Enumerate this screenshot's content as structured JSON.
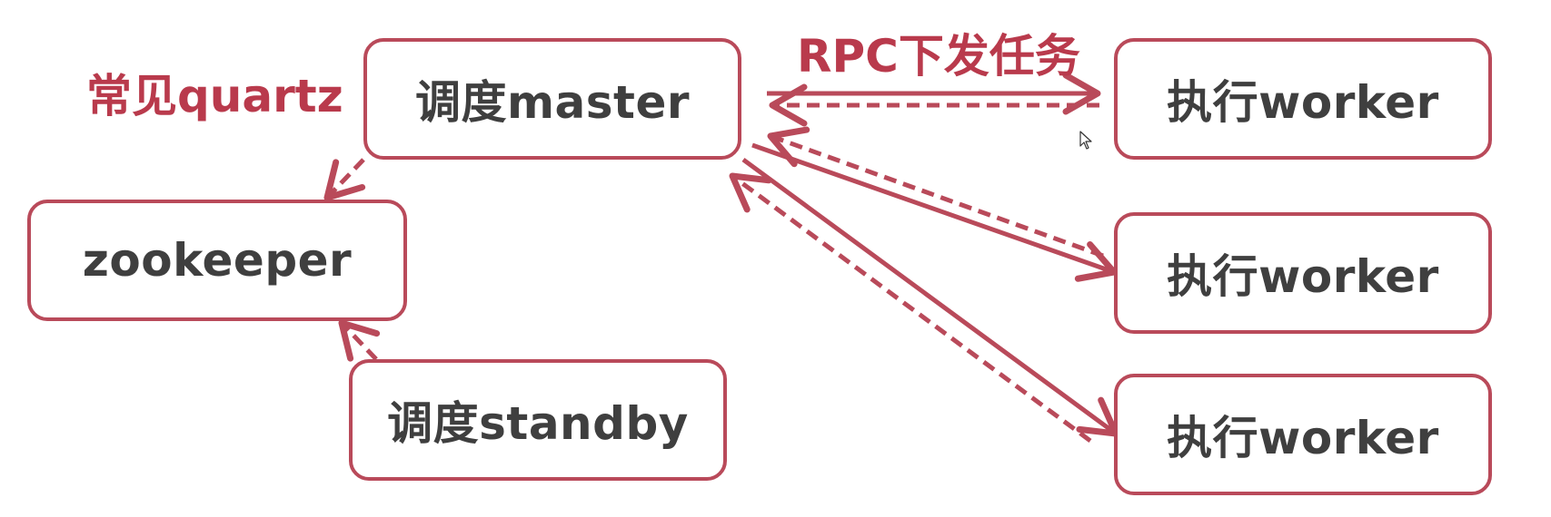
{
  "labels": {
    "title": "常见quartz",
    "rpc": "RPC下发任务"
  },
  "nodes": {
    "master": "调度master",
    "zookeeper": "zookeeper",
    "standby": "调度standby",
    "worker1": "执行worker",
    "worker2": "执行worker",
    "worker3": "执行worker"
  },
  "colors": {
    "accent": "#b94a5a",
    "text": "#3f3f3f"
  }
}
